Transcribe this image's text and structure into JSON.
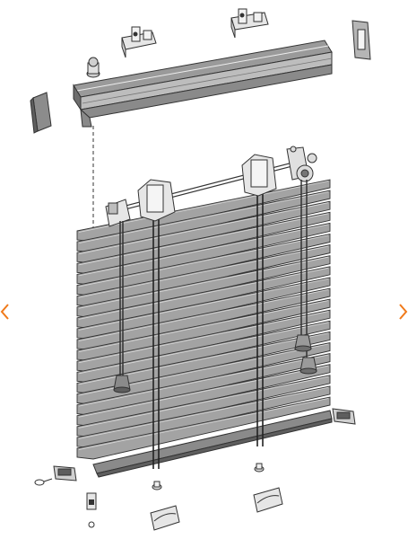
{
  "viewer": {
    "prev_label": "previous",
    "next_label": "next",
    "accent_color": "#f07a1a"
  },
  "diagram": {
    "colors": {
      "line": "#333333",
      "part_fill": "#9a9a9a",
      "slat_fill": "#a3a3a3",
      "slat_edge": "#d9d9d9",
      "metal_fill": "#e6e6e6",
      "dark_fill": "#6e6e6e"
    },
    "slat_count": 21,
    "icons": [
      "chevron-left-icon",
      "chevron-right-icon"
    ]
  }
}
